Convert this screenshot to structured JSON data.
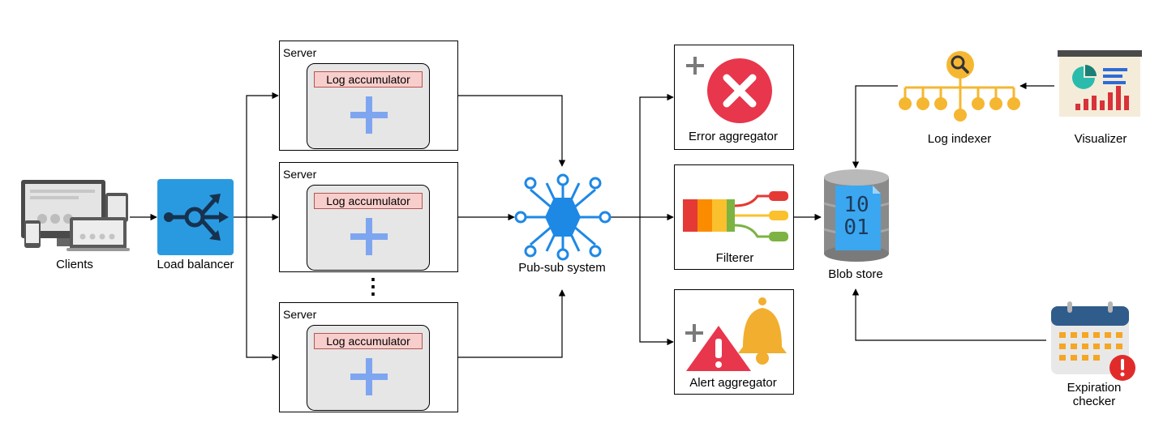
{
  "nodes": {
    "clients": "Clients",
    "load_balancer": "Load balancer",
    "server_title": "Server",
    "log_accumulator": "Log accumulator",
    "ellipsis": "⋮",
    "pubsub": "Pub-sub system",
    "error_aggregator": "Error aggregator",
    "filterer": "Filterer",
    "alert_aggregator": "Alert aggregator",
    "blob_store": "Blob store",
    "log_indexer": "Log indexer",
    "visualizer": "Visualizer",
    "expiration_checker_line1": "Expiration",
    "expiration_checker_line2": "checker",
    "blob_bits_line1": "10",
    "blob_bits_line2": "01"
  },
  "colors": {
    "plus": "#7ea6f0",
    "tag_bg": "#f8cecc",
    "hub": "#1e88e5",
    "lb": "#2a9ae0",
    "error": "#e8364d",
    "alert": "#e8364d",
    "bell": "#f2ae2e",
    "indexer": "#f5b731"
  },
  "icons": [
    "devices-icon",
    "load-balancer-icon",
    "hub-icon",
    "error-icon",
    "filter-funnel-icon",
    "alert-icon",
    "bell-icon",
    "database-icon",
    "indexer-tree-icon",
    "visualizer-board-icon",
    "calendar-icon"
  ]
}
